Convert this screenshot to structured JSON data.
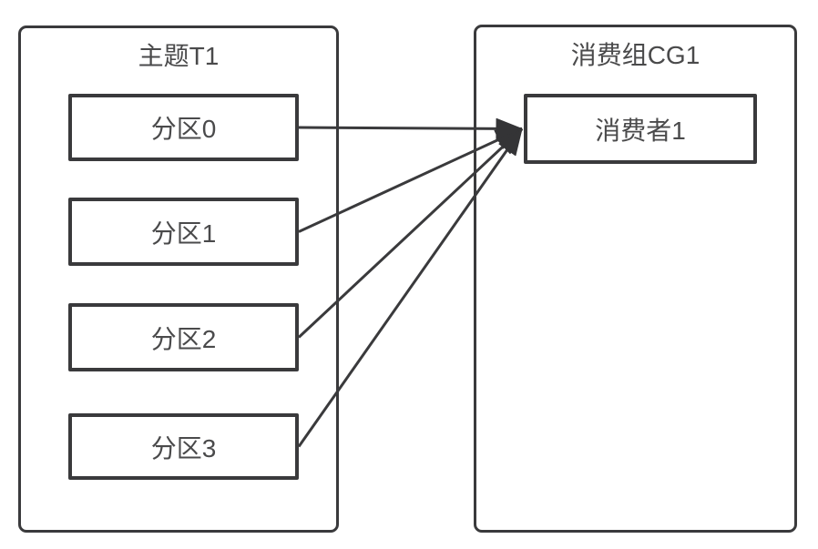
{
  "diagram": {
    "type": "topology",
    "background_color": "#ffffff",
    "stroke_color": "#3a3a3c",
    "text_color": "#4a4a4b",
    "topic": {
      "title": "主题T1",
      "partitions": [
        {
          "id": "partition-0",
          "label": "分区0"
        },
        {
          "id": "partition-1",
          "label": "分区1"
        },
        {
          "id": "partition-2",
          "label": "分区2"
        },
        {
          "id": "partition-3",
          "label": "分区3"
        }
      ]
    },
    "consumer_group": {
      "title": "消费组CG1",
      "consumers": [
        {
          "id": "consumer-1",
          "label": "消费者1"
        }
      ]
    },
    "edges": [
      {
        "from": "partition-0",
        "to": "consumer-1",
        "style": "solid",
        "arrow": "filled-triangle"
      },
      {
        "from": "partition-1",
        "to": "consumer-1",
        "style": "solid",
        "arrow": "filled-triangle"
      },
      {
        "from": "partition-2",
        "to": "consumer-1",
        "style": "solid",
        "arrow": "filled-triangle"
      },
      {
        "from": "partition-3",
        "to": "consumer-1",
        "style": "solid",
        "arrow": "filled-triangle"
      }
    ]
  }
}
